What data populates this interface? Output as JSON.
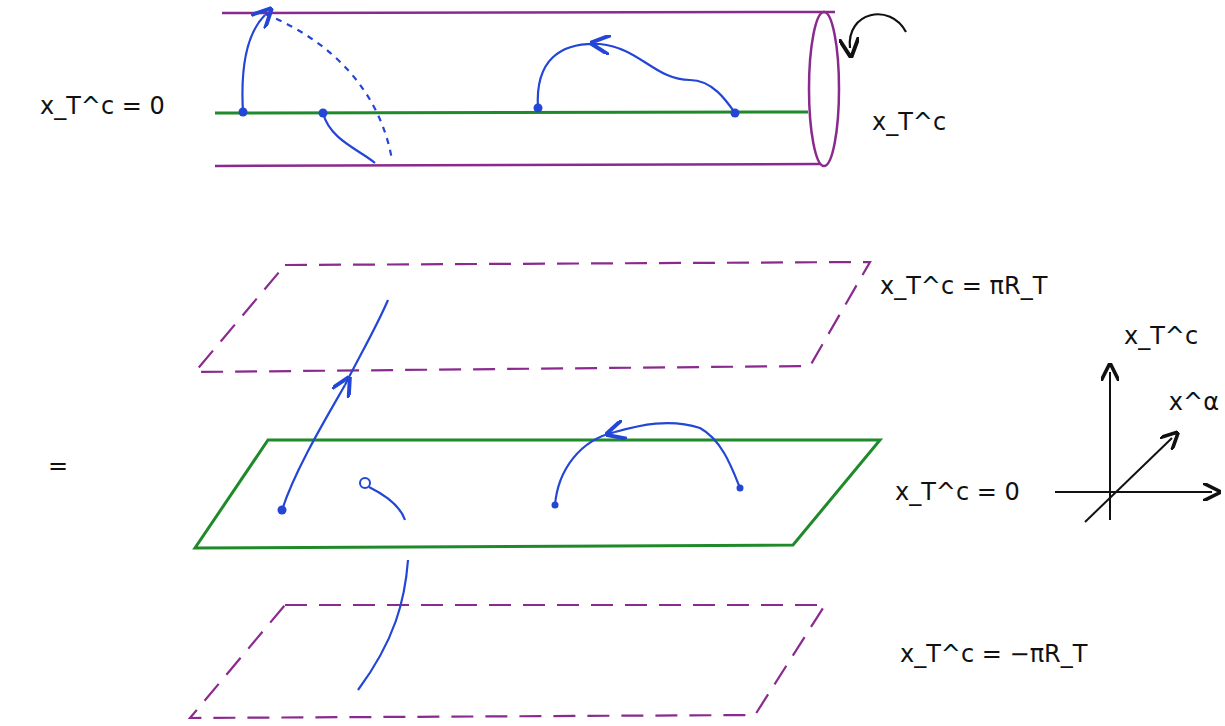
{
  "diagram": {
    "labels": [
      "x_T^c = 0",
      "x_T^c",
      "=",
      "x_T^c = πR_T",
      "x_T^c",
      "x^α",
      "x_T^c = 0",
      "x_T^c = −πR_T"
    ]
  }
}
